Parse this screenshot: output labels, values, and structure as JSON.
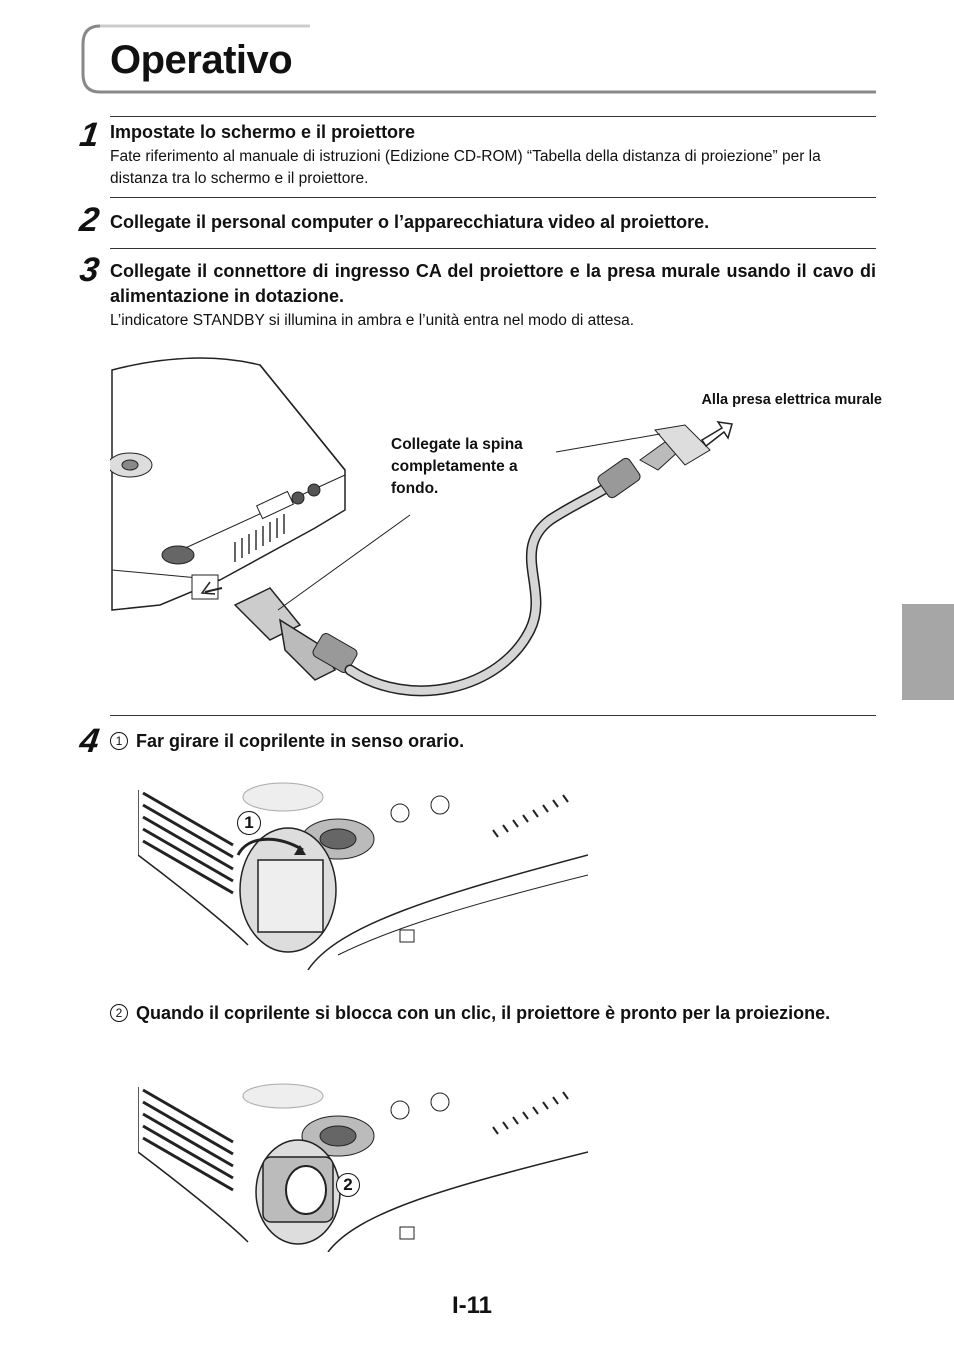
{
  "header": {
    "title": "Operativo"
  },
  "steps": [
    {
      "number": "1",
      "heading": "Impostate lo schermo e il proiettore",
      "body": "Fate riferimento al manuale di istruzioni (Edizione CD-ROM) “Tabella della distanza di proiezione” per la distanza tra lo schermo e il proiettore."
    },
    {
      "number": "2",
      "heading": "Collegate il personal computer o l’apparecchiatura video al proiettore."
    },
    {
      "number": "3",
      "heading": "Collegate il connettore di ingresso CA del proiettore e la presa murale usando il cavo di alimentazione in dotazione.",
      "body": "L’indicatore STANDBY si illumina in ambra e l’unità entra nel modo di attesa."
    },
    {
      "number": "4",
      "substeps": [
        {
          "marker": "1",
          "text": "Far girare il coprilente in senso orario."
        },
        {
          "marker": "2",
          "text": "Quando il coprilente si blocca con un clic, il proiettore è pronto per la proiezione."
        }
      ]
    }
  ],
  "figure_power": {
    "callout_plug": "Collegate la spina completamente a fondo.",
    "callout_outlet": "Alla presa elettrica murale"
  },
  "figure_lens1": {
    "marker": "1"
  },
  "figure_lens2": {
    "marker": "2"
  },
  "footer": {
    "page_number": "I-11"
  },
  "colors": {
    "side_tab": "#a6a6a6",
    "title_frame": "#888888"
  }
}
